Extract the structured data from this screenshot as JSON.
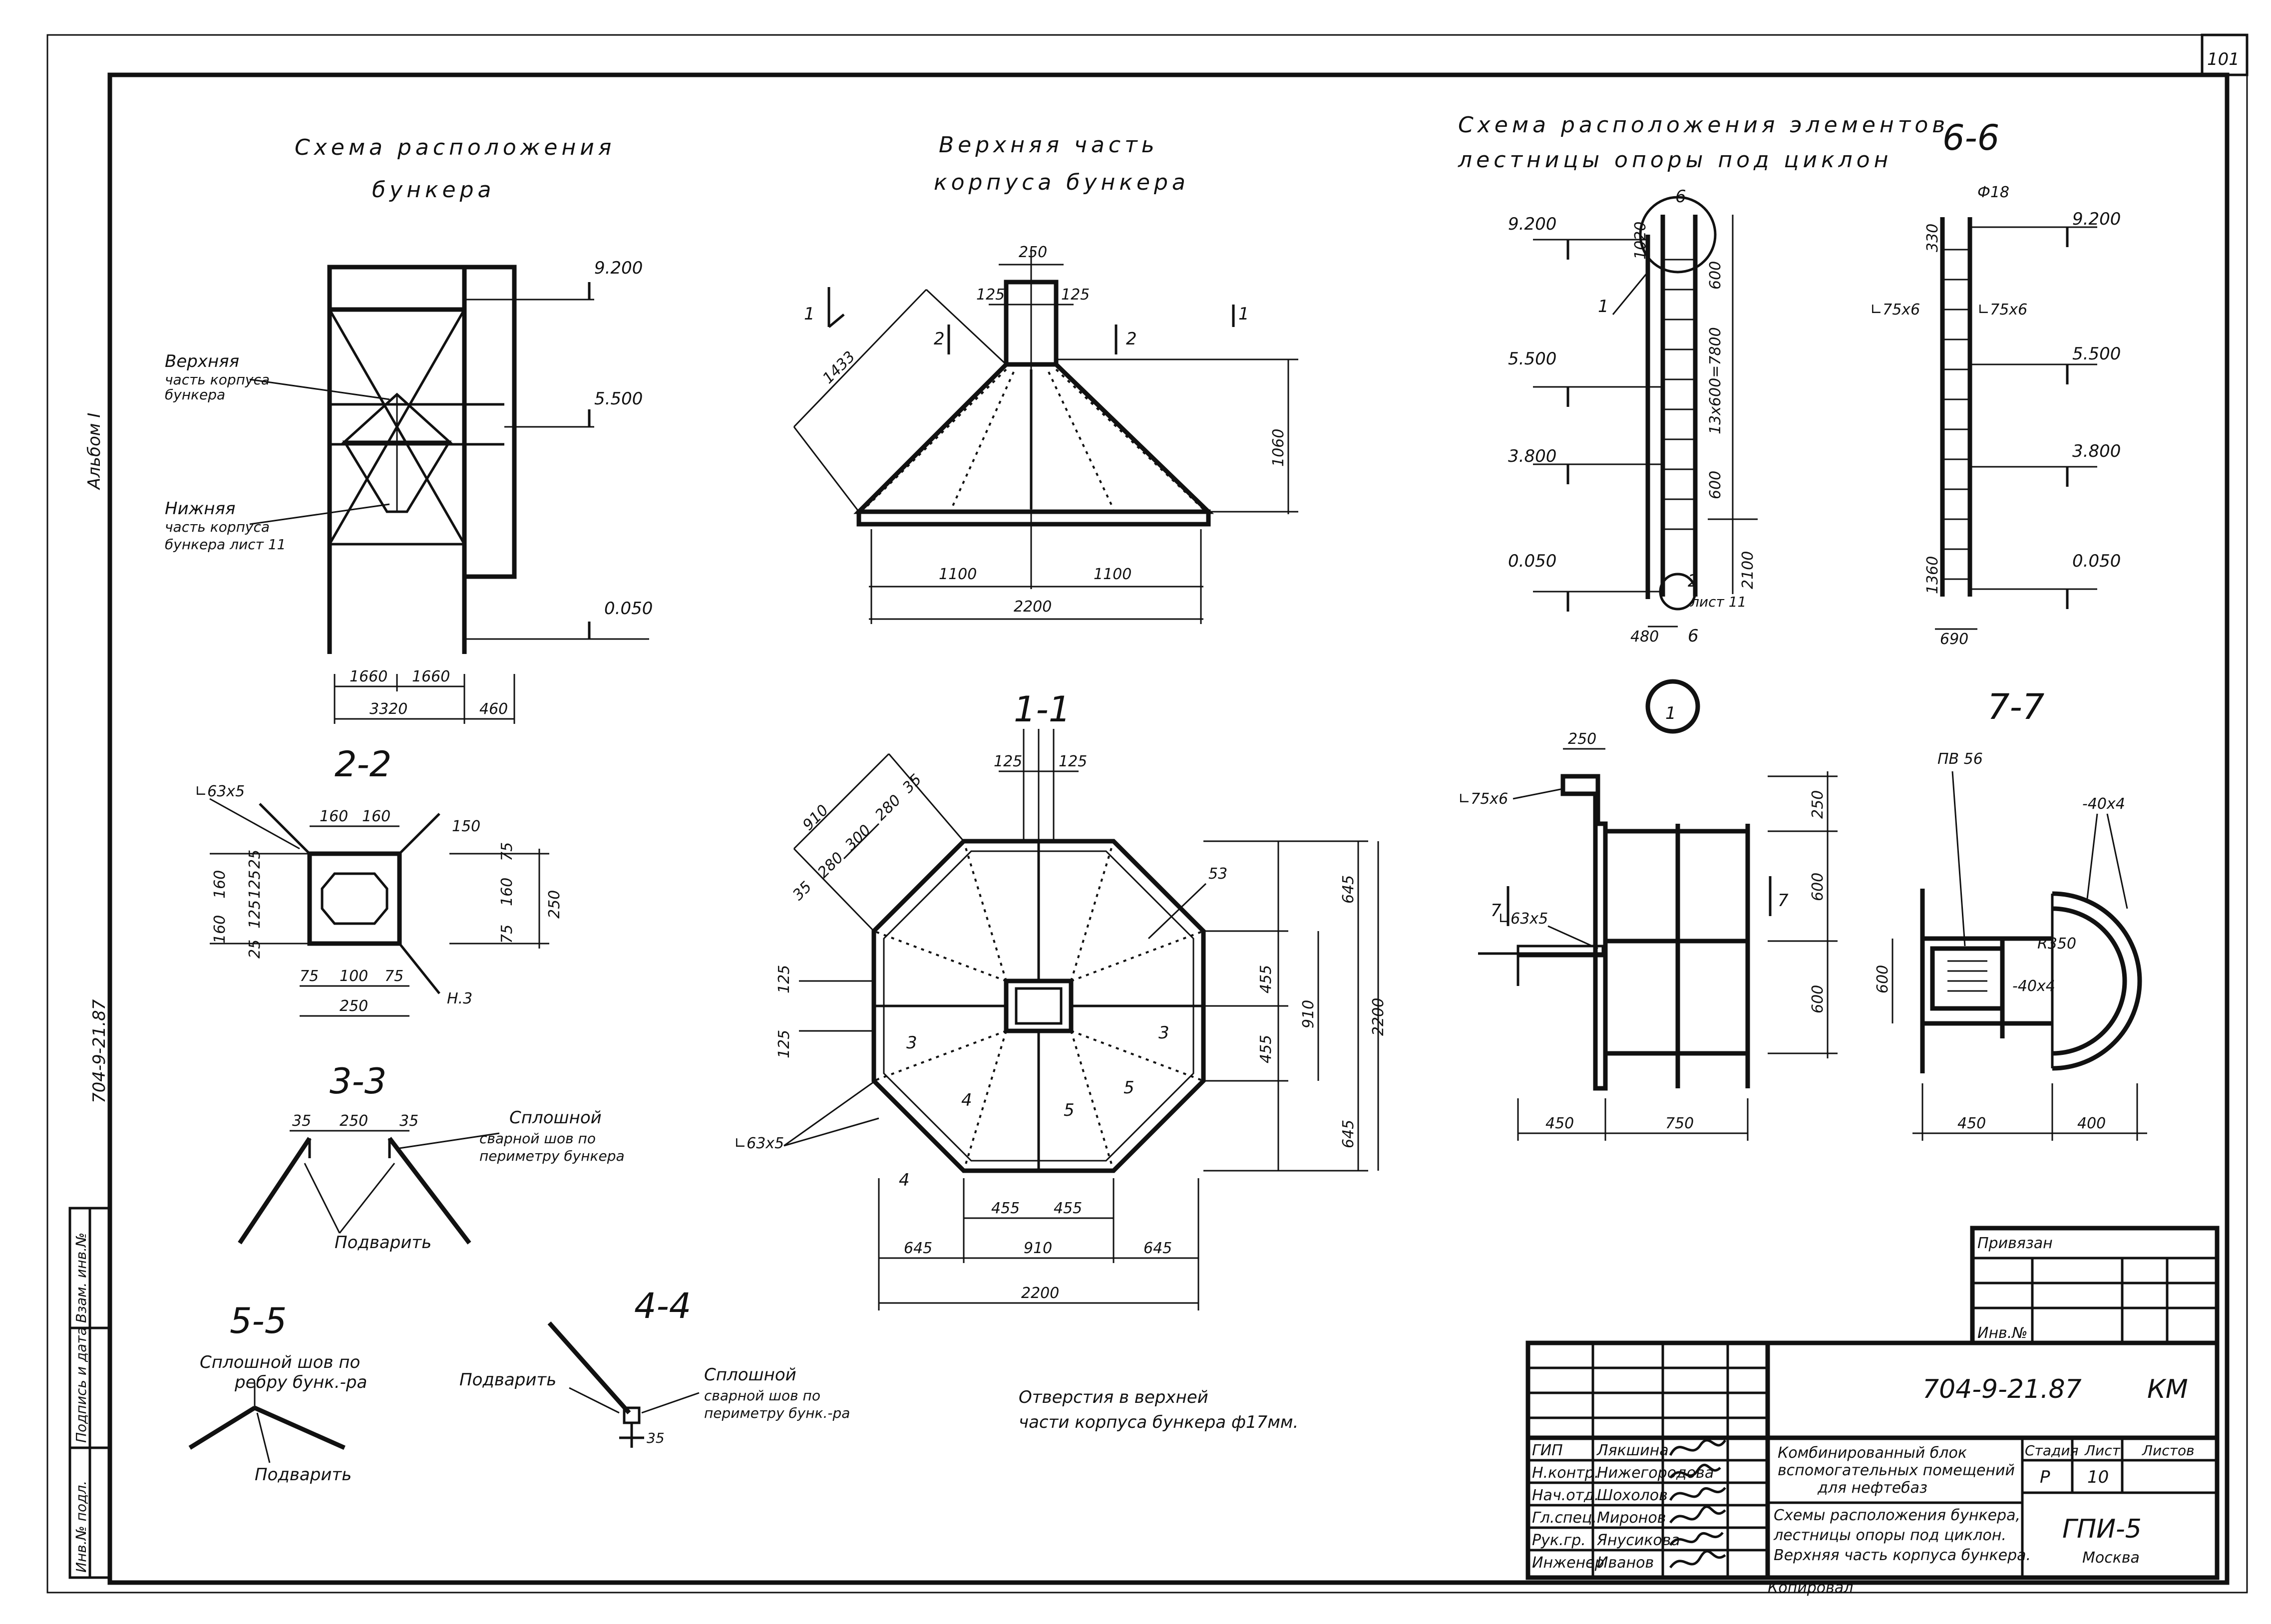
{
  "sheet": {
    "corner_number": "101",
    "margin_album": "Альбом I",
    "margin_code": "704-9-21.87"
  },
  "schema_bunker": {
    "title_line1": "Схема расположения",
    "title_line2": "бункера",
    "label_upper": [
      "Верхняя",
      "часть корпуса",
      "бункера"
    ],
    "label_lower": [
      "Нижняя",
      "часть корпуса",
      "бункера лист 11"
    ],
    "levels": [
      "9.200",
      "5.500",
      "0.050"
    ],
    "dims": [
      "1660",
      "1660",
      "3320",
      "460"
    ]
  },
  "upper_part": {
    "title_line1": "Верхняя часть",
    "title_line2": "корпуса бункера",
    "dims": [
      "250",
      "125",
      "125",
      "1433",
      "1060",
      "1100",
      "1100",
      "2200"
    ],
    "section_marks": [
      "1",
      "1",
      "2",
      "2"
    ]
  },
  "ladder": {
    "title_line1": "Схема расположения элементов",
    "title_line2": "лестницы опоры под циклон",
    "levels": [
      "9.200",
      "5.500",
      "3.800",
      "0.050"
    ],
    "dims": [
      "1020",
      "600",
      "13x600=7800",
      "600",
      "2100",
      "480"
    ],
    "marks": [
      "6",
      "6",
      "1",
      "2",
      "лист 11"
    ]
  },
  "sec_66": {
    "title": "6-6",
    "levels": [
      "9.200",
      "5.500",
      "3.800",
      "0.050"
    ],
    "dims": [
      "Ф18",
      "330",
      "∟75x6",
      "∟75x6",
      "1360",
      "690"
    ]
  },
  "sec_22": {
    "title": "2-2",
    "dims": [
      "∟63x5",
      "160",
      "160",
      "160",
      "160",
      "25",
      "125",
      "125",
      "25",
      "75",
      "100",
      "75",
      "250",
      "250",
      "75",
      "160",
      "75",
      "150",
      "Н.3"
    ]
  },
  "sec_11": {
    "title": "1-1",
    "dims": [
      "125",
      "125",
      "910",
      "35",
      "280",
      "300",
      "280",
      "35",
      "53",
      "125",
      "125",
      "645",
      "455",
      "455",
      "910",
      "645",
      "2200",
      "455",
      "455",
      "910",
      "645",
      "645",
      "2200",
      "∟63x5",
      "3",
      "3",
      "4",
      "4",
      "5",
      "5"
    ]
  },
  "sec_33": {
    "title": "3-3",
    "dims": [
      "35",
      "250",
      "35"
    ],
    "note": [
      "Сплошной",
      "сварной шов по",
      "периметру бункера"
    ],
    "weld": "Подварить"
  },
  "sec_55": {
    "title": "5-5",
    "note": [
      "Сплошной шов по",
      "ребру бунк.-ра"
    ],
    "weld": "Подварить"
  },
  "sec_44": {
    "title": "4-4",
    "weld": "Подварить",
    "note": [
      "Сплошной",
      "сварной шов по",
      "периметру бунк.-ра"
    ],
    "dim": "35"
  },
  "holes_note": [
    "Отверстия в верхней",
    "части корпуса бункера ф17мм."
  ],
  "node_1": {
    "title": "1",
    "dims": [
      "250",
      "∟75x6",
      "∟63x5",
      "250",
      "600",
      "600",
      "450",
      "750"
    ],
    "marks": [
      "7",
      "7"
    ]
  },
  "sec_77": {
    "title": "7-7",
    "dims": [
      "ПВ 56",
      "-40x4",
      "R350",
      "-40x4",
      "600",
      "450",
      "400"
    ]
  },
  "stamp": {
    "privyazan": "Привязан",
    "inv": "Инв.№",
    "code": "704-9-21.87",
    "mark": "КМ",
    "rows": [
      {
        "role": "ГИП",
        "name": "Лякшина"
      },
      {
        "role": "Н.контр.",
        "name": "Нижегородова"
      },
      {
        "role": "Нач.отд.",
        "name": "Шохолов"
      },
      {
        "role": "Гл.спец.",
        "name": "Миронов"
      },
      {
        "role": "Рук.гр.",
        "name": "Янусикова"
      },
      {
        "role": "Инженер",
        "name": "Иванов"
      }
    ],
    "project": [
      "Комбинированный блок",
      "вспомогательных помещений",
      "для нефтебаз"
    ],
    "sheet_title": [
      "Схемы расположения бункера,",
      "лестницы опоры под циклон.",
      "Верхняя часть корпуса бункера."
    ],
    "col_headers": [
      "Стадия",
      "Лист",
      "Листов"
    ],
    "stage": "Р",
    "sheet_no": "10",
    "org": "ГПИ-5",
    "city": "Москва",
    "copied": "Копировал"
  },
  "side_stamp": [
    "Инв.№ подл.",
    "Подпись и дата",
    "Взам. инв.№"
  ]
}
